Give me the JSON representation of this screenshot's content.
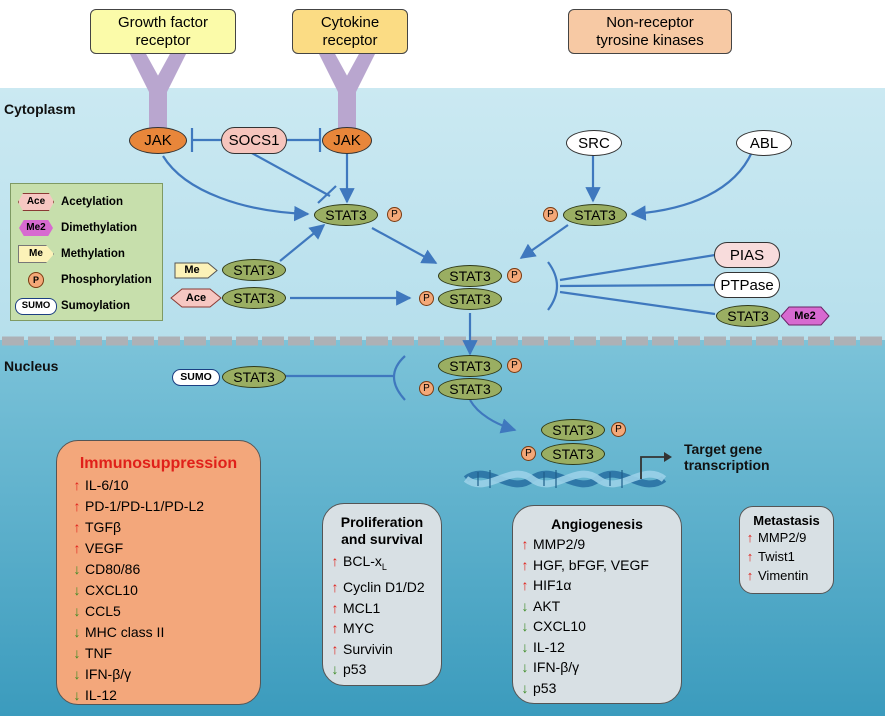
{
  "receptors": {
    "growth_factor": "Growth factor receptor",
    "cytokine": "Cytokine receptor",
    "non_receptor": "Non-receptor tyrosine kinases"
  },
  "compartments": {
    "cytoplasm": "Cytoplasm",
    "nucleus": "Nucleus"
  },
  "nodes": {
    "jak": "JAK",
    "socs1": "SOCS1",
    "src": "SRC",
    "abl": "ABL",
    "stat3": "STAT3",
    "pias": "PIAS",
    "ptpase": "PTPase",
    "p": "P",
    "me": "Me",
    "me2": "Me2",
    "ace": "Ace",
    "sumo": "SUMO"
  },
  "legend": [
    {
      "badge": "Ace",
      "label": "Acetylation",
      "icon": "ace-icon"
    },
    {
      "badge": "Me2",
      "label": "Dimethylation",
      "icon": "me2-icon"
    },
    {
      "badge": "Me",
      "label": "Methylation",
      "icon": "me-icon"
    },
    {
      "badge": "P",
      "label": "Phosphorylation",
      "icon": "p-icon"
    },
    {
      "badge": "SUMO",
      "label": "Sumoylation",
      "icon": "sumo-icon"
    }
  ],
  "target": {
    "line1": "Target gene",
    "line2": "transcription"
  },
  "colors": {
    "jak": "#e8863a",
    "socs1": "#f6c5bd",
    "stat3": "#9aae62",
    "p": "#f4a878",
    "pias": "#f8dcdc",
    "me2": "#d76ad0",
    "ace": "#f6c7c2",
    "me": "#fcf2b8",
    "arrow": "#3f78be",
    "receptor": "#b9a6cf",
    "up": "#e0201a",
    "down": "#3a8a22"
  },
  "boxes": {
    "immuno": {
      "title": "Immunosuppression",
      "items": [
        {
          "dir": "up",
          "text": "IL-6/10"
        },
        {
          "dir": "up",
          "text": "PD-1/PD-L1/PD-L2"
        },
        {
          "dir": "up",
          "text": "TGFβ"
        },
        {
          "dir": "up",
          "text": "VEGF"
        },
        {
          "dir": "down",
          "text": "CD80/86"
        },
        {
          "dir": "down",
          "text": "CXCL10"
        },
        {
          "dir": "down",
          "text": "CCL5"
        },
        {
          "dir": "down",
          "text": "MHC class II"
        },
        {
          "dir": "down",
          "text": "TNF"
        },
        {
          "dir": "down",
          "text": "IFN-β/γ"
        },
        {
          "dir": "down",
          "text": "IL-12"
        }
      ]
    },
    "prolif": {
      "title_line1": "Proliferation",
      "title_line2": "and survival",
      "items": [
        {
          "dir": "up",
          "text": "BCL-x",
          "sub": "L"
        },
        {
          "dir": "up",
          "text": "Cyclin D1/D2"
        },
        {
          "dir": "up",
          "text": "MCL1"
        },
        {
          "dir": "up",
          "text": "MYC"
        },
        {
          "dir": "up",
          "text": "Survivin"
        },
        {
          "dir": "down",
          "text": "p53"
        }
      ]
    },
    "angio": {
      "title": "Angiogenesis",
      "items": [
        {
          "dir": "up",
          "text": "MMP2/9"
        },
        {
          "dir": "up",
          "text": "HGF, bFGF, VEGF"
        },
        {
          "dir": "up",
          "text": "HIF1α"
        },
        {
          "dir": "down",
          "text": "AKT"
        },
        {
          "dir": "down",
          "text": "CXCL10"
        },
        {
          "dir": "down",
          "text": "IL-12"
        },
        {
          "dir": "down",
          "text": "IFN-β/γ"
        },
        {
          "dir": "down",
          "text": "p53"
        }
      ]
    },
    "meta": {
      "title": "Metastasis",
      "items": [
        {
          "dir": "up",
          "text": "MMP2/9"
        },
        {
          "dir": "up",
          "text": "Twist1"
        },
        {
          "dir": "up",
          "text": "Vimentin"
        }
      ]
    }
  }
}
